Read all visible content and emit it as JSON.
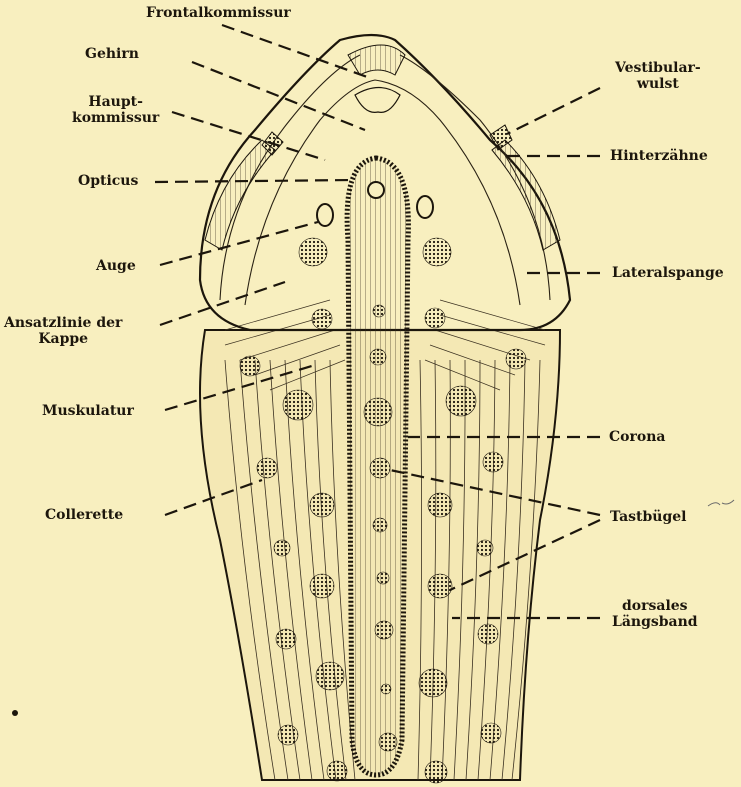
{
  "colors": {
    "paper": "#f8efbf",
    "ink": "#1c160c"
  },
  "labels": {
    "frontalkommissur": "Frontalkommissur",
    "gehirn": "Gehirn",
    "hauptkommissur_1": "Haupt-",
    "hauptkommissur_2": "kommissur",
    "opticus": "Opticus",
    "auge": "Auge",
    "ansatzlinie_1": "Ansatzlinie der",
    "ansatzlinie_2": "Kappe",
    "muskulatur": "Muskulatur",
    "collerette": "Collerette",
    "vestibular_1": "Vestibular-",
    "vestibular_2": "wulst",
    "hinterzaehne": "Hinterzähne",
    "lateralspange": "Lateralspange",
    "corona": "Corona",
    "tastbuegel": "Tastbügel",
    "dorsales_1": "dorsales",
    "dorsales_2": "Längsband"
  }
}
